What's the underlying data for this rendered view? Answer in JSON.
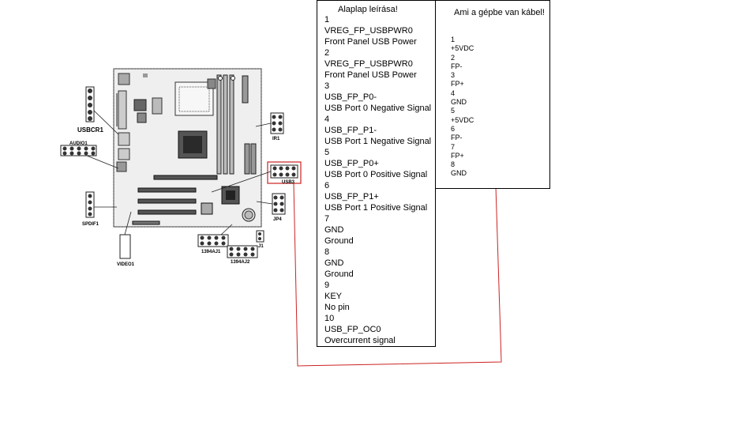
{
  "board": {
    "labels": {
      "usbcr1": "USBCR1",
      "audio1": "AUDIO1",
      "spdif1": "SPDIF1",
      "video1": "VIDEO1",
      "ir1": "IR1",
      "usb3": "USB3",
      "jp4": "JP4",
      "j1": "J1",
      "ieee1": "1394AJ1",
      "ieee2": "1394AJ2"
    }
  },
  "description_box": {
    "title": "Alaplap leírása!",
    "lines": [
      "1",
      "VREG_FP_USBPWR0",
      "Front Panel USB Power",
      "2",
      "VREG_FP_USBPWR0",
      "Front Panel USB Power",
      "3",
      "USB_FP_P0-",
      "USB Port 0 Negative Signal",
      "4",
      "USB_FP_P1-",
      "USB Port 1 Negative Signal",
      "5",
      "USB_FP_P0+",
      "USB Port 0 Positive Signal",
      "6",
      "USB_FP_P1+",
      "USB Port 1 Positive Signal",
      "7",
      "GND",
      "Ground",
      "8",
      "GND",
      "Ground",
      "9",
      "KEY",
      "No pin",
      "10",
      "USB_FP_OC0",
      "Overcurrent signal"
    ]
  },
  "cable_box": {
    "title": "Ami a gépbe van kábel!",
    "lines": [
      "1",
      "+5VDC",
      "2",
      "FP-",
      "3",
      "FP+",
      "4",
      "GND",
      "5",
      "+5VDC",
      "6",
      "FP-",
      "7",
      "FP+",
      "8",
      "GND"
    ]
  },
  "colors": {
    "highlight": "#cc2222"
  }
}
